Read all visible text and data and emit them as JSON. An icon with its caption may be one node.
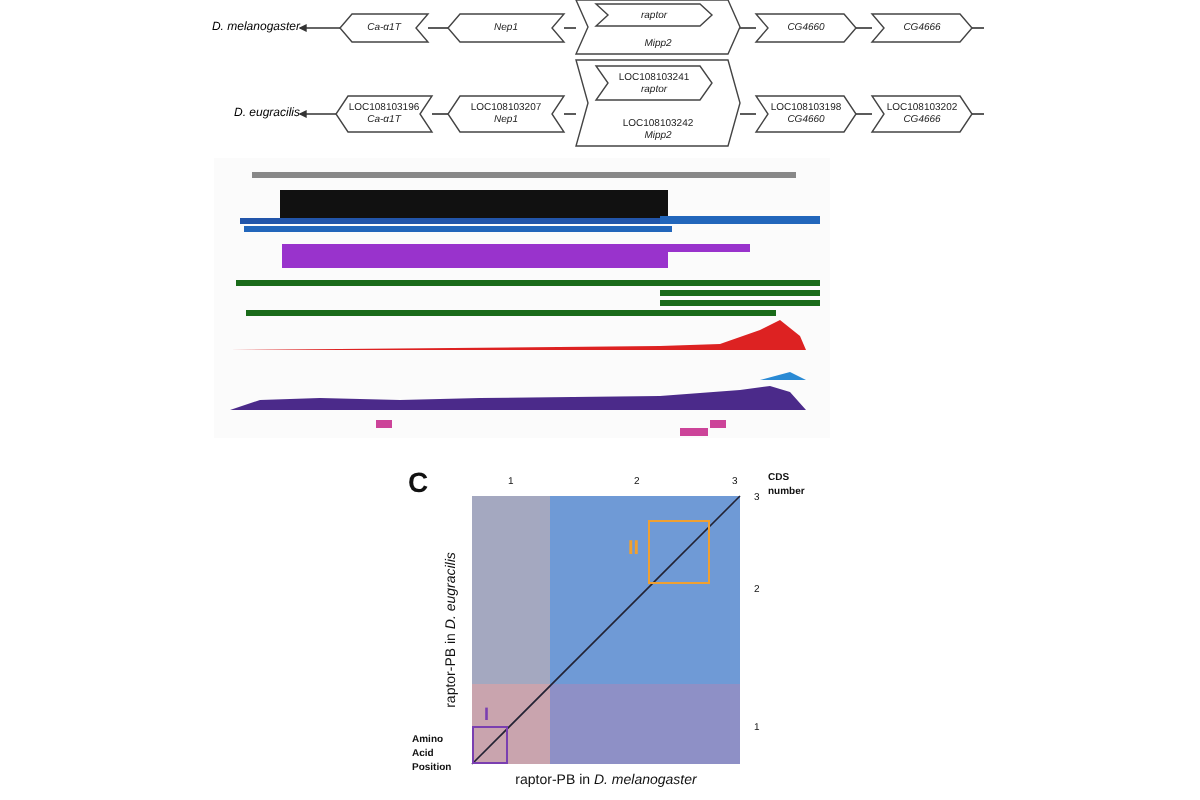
{
  "diagram": {
    "nodes": [
      {
        "text": [
          "Ca-α1T"
        ]
      },
      {
        "text": [
          "Nep1"
        ]
      },
      {
        "text": [
          "Mipp2"
        ]
      },
      {
        "text": [
          "raptor"
        ],
        "in": 2
      },
      {
        "text": [
          "CG4660"
        ]
      },
      {
        "text": [
          "CG4666"
        ]
      },
      {
        "text": [
          "LOC108103196",
          "Ca-α1T"
        ]
      },
      {
        "text": [
          "LOC108103207",
          "Nep1"
        ]
      },
      {
        "text": [
          "LOC108103242",
          "Mipp2"
        ]
      },
      {
        "text": [
          "LOC108103241",
          "raptor"
        ],
        "in": 8
      },
      {
        "text": [
          "LOC108103198",
          "CG4660"
        ]
      },
      {
        "text": [
          "LOC108103202",
          "CG4666"
        ]
      },
      {
        "text": [
          "I"
        ]
      },
      {
        "text": [
          "II"
        ]
      },
      {
        "text": [
          "D. melanogaster"
        ]
      },
      {
        "text": [
          "D. eugracilis"
        ]
      }
    ],
    "edges": [
      {
        "from": 0,
        "to": 14,
        "arrow": "to"
      },
      {
        "from": 0,
        "to": 1,
        "arrow": "none"
      },
      {
        "from": 1,
        "to": 2,
        "arrow": "none"
      },
      {
        "from": 2,
        "to": 4,
        "arrow": "none"
      },
      {
        "from": 4,
        "to": 5,
        "arrow": "none"
      },
      {
        "from": 5,
        "to": null,
        "arrow": "none"
      },
      {
        "from": 6,
        "to": 15,
        "arrow": "to"
      },
      {
        "from": 6,
        "to": 7,
        "arrow": "none"
      },
      {
        "from": 7,
        "to": 8,
        "arrow": "none"
      },
      {
        "from": 8,
        "to": 10,
        "arrow": "none"
      },
      {
        "from": 10,
        "to": 11,
        "arrow": "none"
      },
      {
        "from": 11,
        "to": null,
        "arrow": "none"
      }
    ],
    "labels": [
      "C",
      "1",
      "2",
      "3",
      "CDS number",
      "3",
      "2",
      "1",
      "Amino Acid Position",
      "raptor-PB in *D. eugracilis*",
      "raptor-PB in *D. melanogaster*"
    ]
  }
}
